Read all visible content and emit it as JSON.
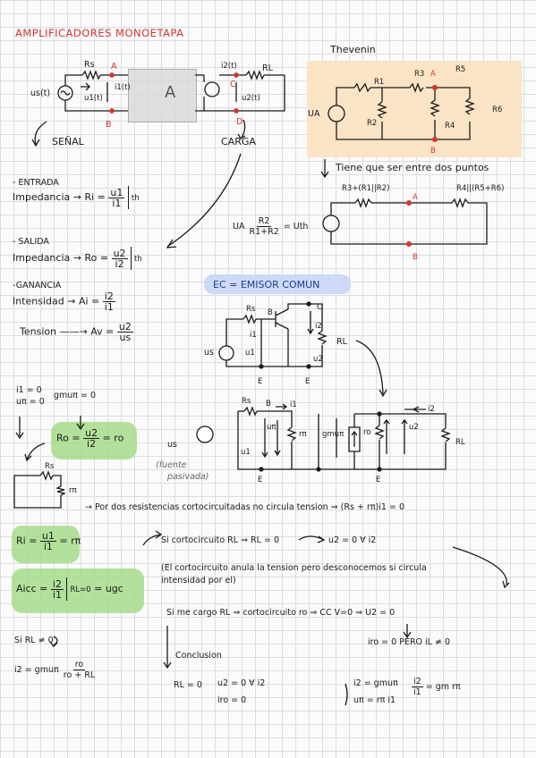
{
  "title": "AMPLIFICADORES MONOETAPA",
  "thevenin_title": "Thevenin",
  "top_circuit": {
    "rs": "Rs",
    "a": "A",
    "b": "B",
    "c": "C",
    "d": "D",
    "rl": "RL",
    "i1": "i1(t)",
    "i2": "i2(t)",
    "us": "us(t)",
    "u1": "u1(t)",
    "u2": "u2(t)",
    "amp": "A",
    "senal": "SEÑAL",
    "carga": "CARGA"
  },
  "thevenin_circuit": {
    "ua": "UA",
    "r1": "R1",
    "r2": "R2",
    "r3": "R3",
    "r4": "R4",
    "r5": "R5",
    "r6": "R6",
    "a": "A",
    "b": "B"
  },
  "thevenin_note": "Tiene que ser entre dos puntos",
  "thevenin_eq": {
    "r_left": "R3+(R1||R2)",
    "r_right": "R4||(R5+R6)",
    "ua": "UA",
    "num": "R2",
    "den": "R1+R2",
    "eq": "= Uth",
    "a": "A",
    "b": "B"
  },
  "entrada": {
    "head": "- ENTRADA",
    "label": "Impedancia → Ri =",
    "num": "u1",
    "den": "i1",
    "sub": "th"
  },
  "salida": {
    "head": "- SALIDA",
    "label": "Impedancia → Ro =",
    "num": "u2",
    "den": "i2",
    "sub": "th"
  },
  "ganancia": {
    "head": "-GANANCIA",
    "int_label": "Intensidad → Ai =",
    "int_num": "i2",
    "int_den": "i1",
    "ten_label": "Tension ——→ Av =",
    "ten_num": "u2",
    "ten_den": "us"
  },
  "ec_title": "EC = EMISOR COMUN",
  "ec_circuit": {
    "rs": "Rs",
    "b": "B",
    "c": "C",
    "e1": "E",
    "e2": "E",
    "us": "us",
    "rl": "RL",
    "i1": "i1",
    "i2": "i2",
    "u1": "u1",
    "u2": "u2"
  },
  "small_signal": {
    "rs": "Rs",
    "b": "B",
    "i1": "i1",
    "us": "us",
    "u1": "u1",
    "upi": "uπ",
    "rpi": "rπ",
    "gm": "gmuπ",
    "ro": "ro",
    "u2": "u2",
    "i2": "i2",
    "rl": "RL",
    "e1": "E",
    "e2": "E",
    "fuente": "(fuente",
    "pasivada": "pasivada)"
  },
  "ro_block": {
    "cond1": "i1 = 0",
    "cond2": "uπ = 0",
    "gm": "gmuπ = 0",
    "ro_label": "Ro =",
    "ro_num": "u2",
    "ro_den": "i2",
    "ro_result": "= ro",
    "rs": "Rs",
    "rpi": "rπ"
  },
  "note_shorted": "→ Por dos resistencias cortocircuitadas no circula tension ⇒ (Rs + rπ)i1 = 0",
  "ri_block": {
    "label": "Ri =",
    "num": "u1",
    "den": "i1",
    "result": "= rπ"
  },
  "aicc_block": {
    "label": "Aicc =",
    "num": "i2",
    "den": "i1",
    "cond": "RL=0",
    "result": "= ugc"
  },
  "short_line": "Si cortocircuito RL ⇒ RL = 0",
  "short_result": "u2 = 0  ∀ i2",
  "short_note1": "(El cortocircuito anula la tension pero desconocemos si circula",
  "short_note2": "intensidad por el)",
  "cargo_line": "Si me cargo RL ⇒ cortocircuito ro ⇒ CC V=0 ⇒ U2 = 0",
  "iro_line": "iro = 0  PERO  iL ≠ 0",
  "conclusion": "Conclusion",
  "final": {
    "rl0": "RL = 0",
    "u2": "u2 = 0  ∀ i2",
    "iro": "iro = 0",
    "i2": "i2 = gmuπ",
    "upi": "uπ = rπ i1",
    "num": "i2",
    "den": "i1",
    "result": "= gm rπ"
  },
  "rl_block": {
    "cond": "Si RL ≠ 0",
    "label": "i2 = gmuπ",
    "num": "ro",
    "den": "ro + RL"
  }
}
